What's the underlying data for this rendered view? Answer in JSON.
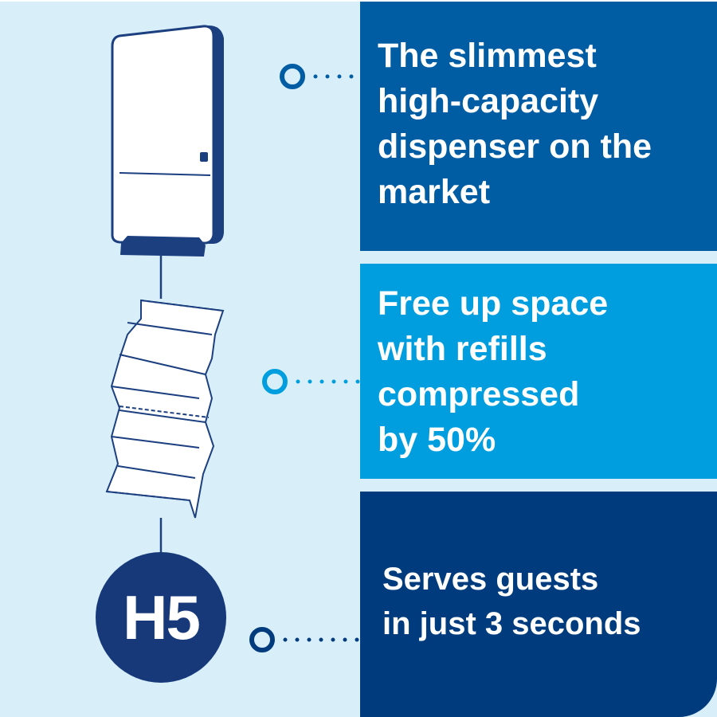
{
  "features": [
    {
      "lines": [
        "The slimmest",
        "high-capacity",
        "dispenser on the",
        "market"
      ]
    },
    {
      "lines": [
        "Free up space",
        "with refills",
        "compressed",
        "by 50%"
      ]
    },
    {
      "lines": [
        "Serves guests",
        "in just 3 seconds"
      ]
    }
  ],
  "badge": {
    "label": "H5"
  },
  "colors": {
    "background": "#d8eff9",
    "panel1": "#005ca3",
    "panel2": "#009edf",
    "panel3": "#003c7d",
    "badge": "#17397a"
  }
}
